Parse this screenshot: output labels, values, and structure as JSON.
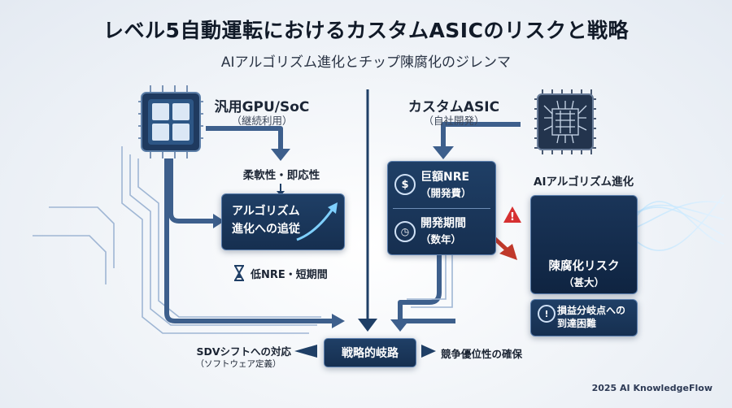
{
  "title": "レベル5自動運転におけるカスタムASICのリスクと戦略",
  "subtitle": "AIアルゴリズム進化とチップ陳腐化のジレンマ",
  "left": {
    "header": "汎用GPU/SoC",
    "header_sub": "（継続利用）",
    "flex_label": "柔軟性・即応性",
    "algo_box": "アルゴリズム\n進化への追従",
    "low_nre": "低NRE・短期間"
  },
  "right": {
    "header": "カスタムASIC",
    "header_sub": "（自社開発）",
    "nre_label": "巨額NRE",
    "nre_sub": "（開発費）",
    "period_label": "開発期間",
    "period_sub": "（数年）",
    "algo_evo": "AIアルゴリズム進化",
    "obsolete_label": "陳腐化リスク",
    "obsolete_sub": "（甚大）",
    "breakeven": "損益分岐点への\n到達困難"
  },
  "bottom": {
    "center": "戦略的岐路",
    "left_label": "SDVシフトへの対応",
    "left_sub": "（ソフトウェア定義）",
    "right_label": "競争優位性の確保"
  },
  "icons": {
    "chip_left": "generic-chip-icon",
    "chip_right": "asic-chip-icon",
    "dollar": "dollar-icon",
    "clock": "clock-icon",
    "hourglass": "hourglass-icon",
    "warning": "warning-icon",
    "exclamation": "exclamation-icon"
  },
  "colors": {
    "accent": "#1f3f66",
    "warning": "#d63031",
    "line": "#3d5f8c"
  },
  "footer": "2025 AI KnowledgeFlow"
}
